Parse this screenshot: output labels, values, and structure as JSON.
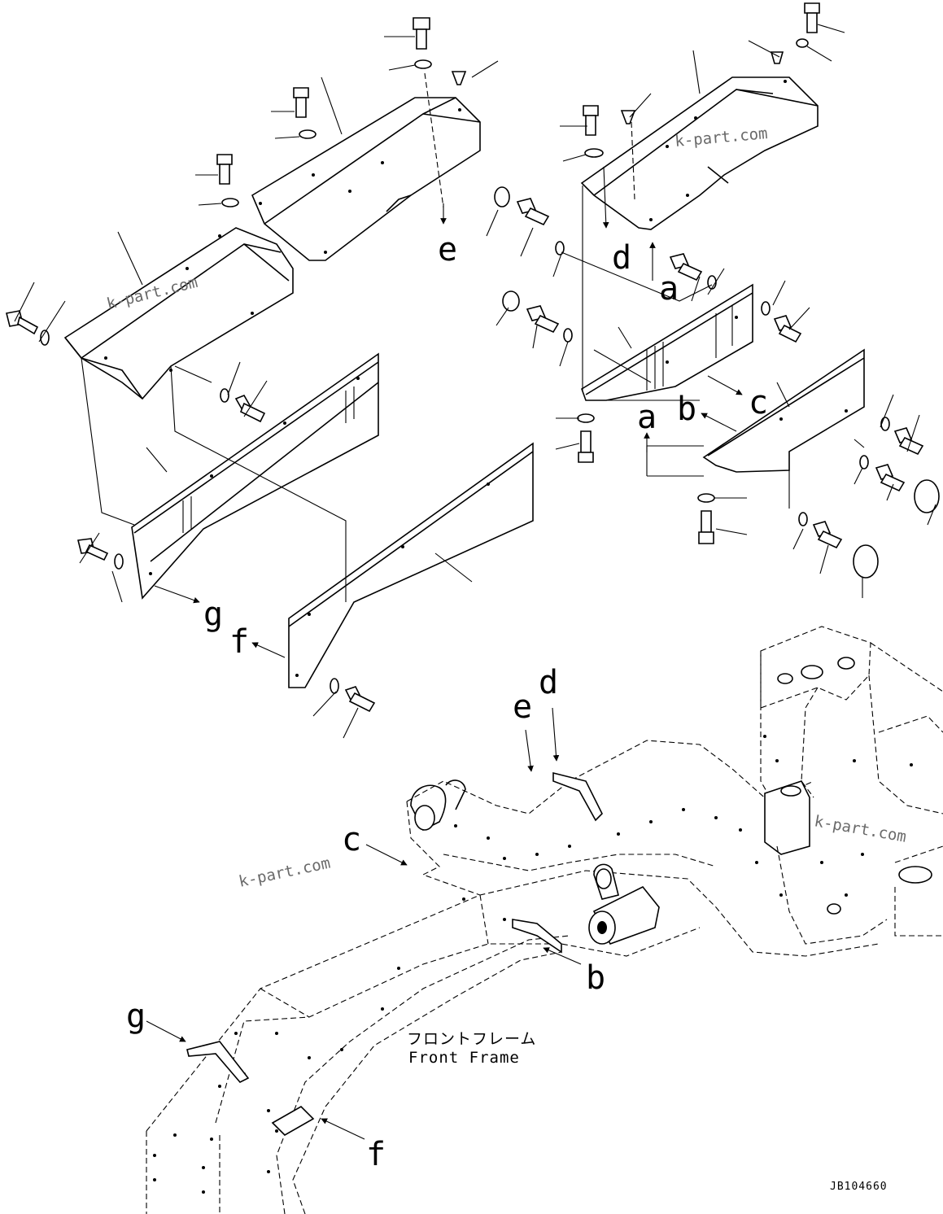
{
  "diagram": {
    "callout_letters": {
      "a": "a",
      "b": "b",
      "c": "c",
      "d": "d",
      "e": "e",
      "f": "f",
      "g": "g"
    },
    "frame_caption_jp": "フロントフレーム",
    "frame_caption_en": "Front Frame",
    "drawing_code": "JB104660",
    "watermark": "k-part.com"
  }
}
